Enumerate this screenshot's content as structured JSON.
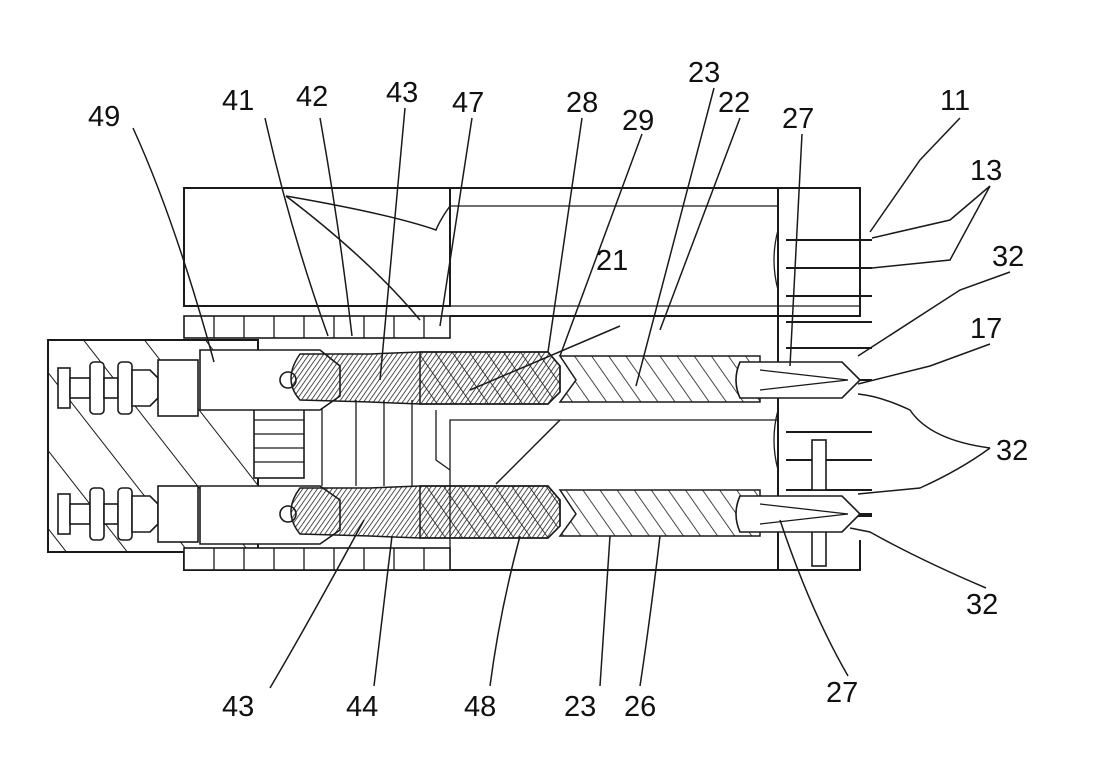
{
  "figure": {
    "background": "#ffffff",
    "line_color": "#1a1a1a"
  },
  "labels": {
    "l49": "49",
    "l41": "41",
    "l42": "42",
    "l43_top": "43",
    "l47": "47",
    "l28": "28",
    "l29": "29",
    "l23_top": "23",
    "l22": "22",
    "l27_top": "27",
    "l11": "11",
    "l13": "13",
    "l21": "21",
    "l32_a": "32",
    "l17": "17",
    "l32_b": "32",
    "l32_c": "32",
    "l43_bottom": "43",
    "l44": "44",
    "l48": "48",
    "l23_bottom": "23",
    "l26": "26",
    "l27_bottom": "27"
  }
}
